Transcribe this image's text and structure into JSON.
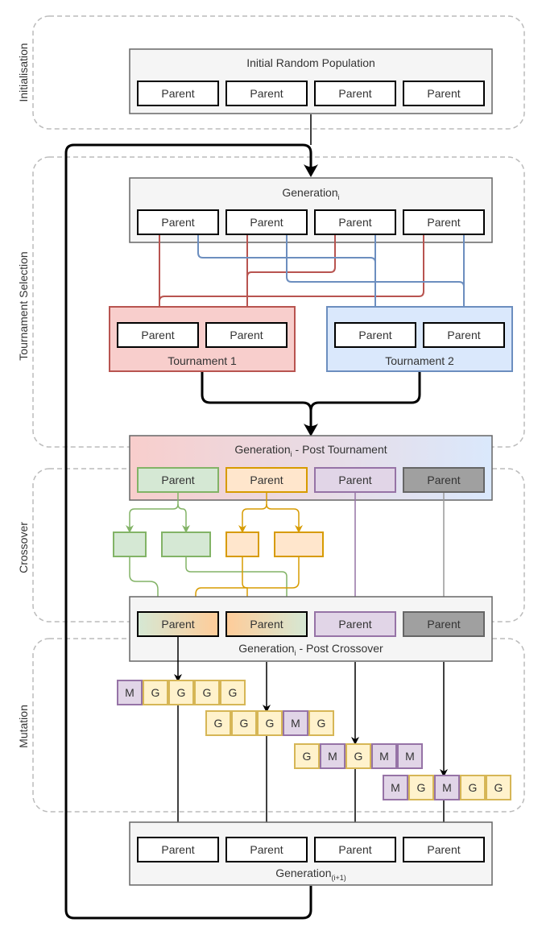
{
  "stages": {
    "initialisation": "Initialisation",
    "tournament_selection": "Tournament Selection",
    "crossover": "Crossover",
    "mutation": "Mutation"
  },
  "initial": {
    "title": "Initial Random Population"
  },
  "generation_i": {
    "title": "Generation",
    "sub": "i"
  },
  "tournament1": {
    "title": "Tournament 1"
  },
  "tournament2": {
    "title": "Tournament 2"
  },
  "post_tournament": {
    "title_a": "Generation",
    "sub": "i",
    "title_b": " - Post Tournament"
  },
  "post_crossover": {
    "title_a": "Generation",
    "sub": "i",
    "title_b": " - Post Crossover"
  },
  "generation_next": {
    "title": "Generation",
    "sub": "(i+1)"
  },
  "parent_label": "Parent",
  "genes": {
    "row1": [
      "M",
      "G",
      "G",
      "G",
      "G"
    ],
    "row2": [
      "G",
      "G",
      "G",
      "M",
      "G"
    ],
    "row3": [
      "G",
      "M",
      "G",
      "M",
      "M"
    ],
    "row4": [
      "M",
      "G",
      "M",
      "G",
      "G"
    ]
  },
  "colors": {
    "red": "#b85450",
    "blue": "#6c8ebf",
    "green": "#82b366",
    "orange": "#d79b00",
    "purple": "#9673a6",
    "gray": "#999999"
  }
}
